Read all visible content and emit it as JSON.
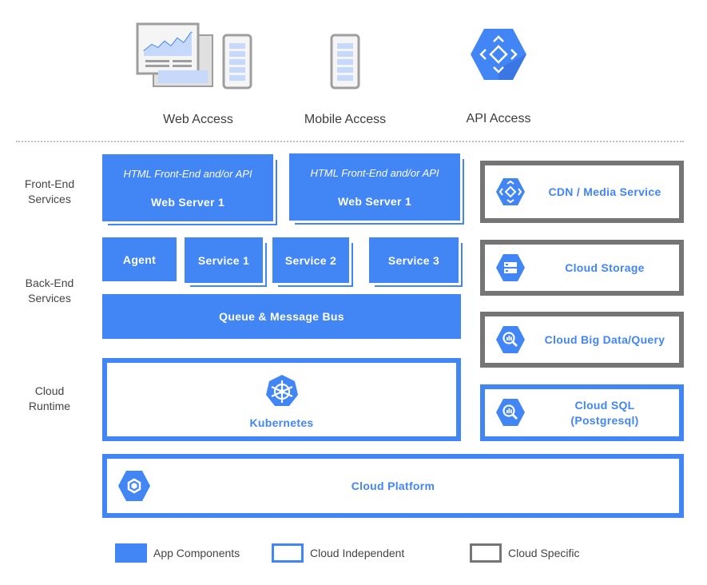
{
  "access": {
    "web": "Web Access",
    "mobile": "Mobile Access",
    "api": "API Access"
  },
  "layers": {
    "front_end": "Front-End\nServices",
    "back_end": "Back-End\nServices",
    "runtime": "Cloud\nRuntime"
  },
  "web_servers": [
    {
      "subtitle": "HTML Front-End and/or API",
      "title": "Web Server 1"
    },
    {
      "subtitle": "HTML Front-End and/or API",
      "title": "Web Server 1"
    }
  ],
  "backend": {
    "agent": "Agent",
    "services": [
      "Service 1",
      "Service 2",
      "Service 3"
    ],
    "bus": "Queue & Message Bus"
  },
  "runtime": {
    "kubernetes": "Kubernetes",
    "platform": "Cloud Platform"
  },
  "cloud_services": [
    {
      "label": "CDN / Media Service",
      "type": "Cloud Specific",
      "icon": "cdn-icon"
    },
    {
      "label": "Cloud Storage",
      "type": "Cloud Specific",
      "icon": "storage-icon"
    },
    {
      "label": "Cloud Big Data/Query",
      "type": "Cloud Specific",
      "icon": "bigquery-icon"
    },
    {
      "label": "Cloud SQL\n(Postgresql)",
      "type": "Cloud Independent",
      "icon": "sql-icon"
    }
  ],
  "legend": {
    "app": "App Components",
    "independent": "Cloud Independent",
    "specific": "Cloud Specific"
  },
  "colors": {
    "accent": "#4285f4",
    "specific_border": "#757575",
    "divider": "#bdbdbd"
  }
}
